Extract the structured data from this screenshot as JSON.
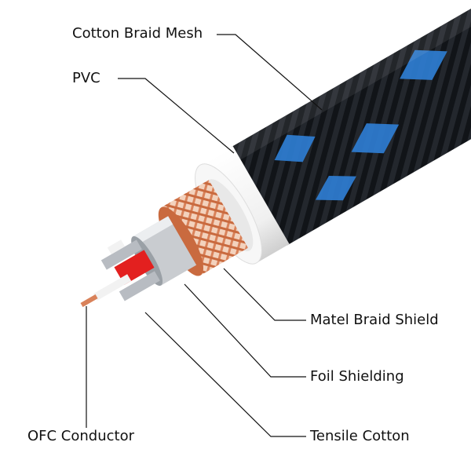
{
  "labels": {
    "cotton_braid_mesh": "Cotton Braid Mesh",
    "pvc": "PVC",
    "metal_braid_shield": "Matel Braid Shield",
    "foil_shielding": "Foil Shielding",
    "tensile_cotton": "Tensile Cotton",
    "ofc_conductor": "OFC Conductor"
  },
  "colors": {
    "jacket": "#111418",
    "jacket_accent": "#2f7fd6",
    "pvc": "#f4f4f4",
    "copper": "#d9825a",
    "foil": "#c9ccd0",
    "core_red": "#e3201f",
    "leader": "#111111"
  }
}
